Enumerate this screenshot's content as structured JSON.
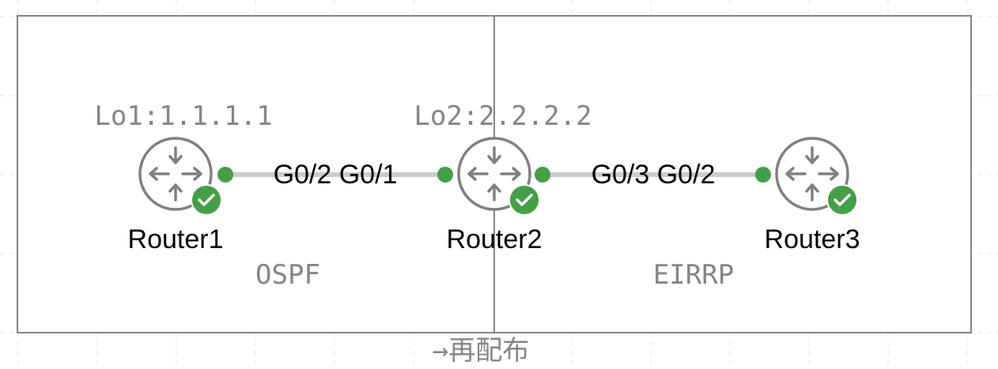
{
  "colors": {
    "status": "#43a047",
    "link": "#cccccc",
    "frame": "#858585",
    "icon": "#808080"
  },
  "routers": [
    {
      "name": "Router1",
      "loopback": "Lo1:1.1.1.1",
      "status": "ok"
    },
    {
      "name": "Router2",
      "loopback": "Lo2:2.2.2.2",
      "status": "ok"
    },
    {
      "name": "Router3",
      "status": "ok"
    }
  ],
  "links": [
    {
      "label": "G0/2 G0/1"
    },
    {
      "label": "G0/3 G0/2"
    }
  ],
  "areas": [
    {
      "label": "OSPF"
    },
    {
      "label": "EIRRP"
    }
  ],
  "redistribute_label": "→再配布"
}
